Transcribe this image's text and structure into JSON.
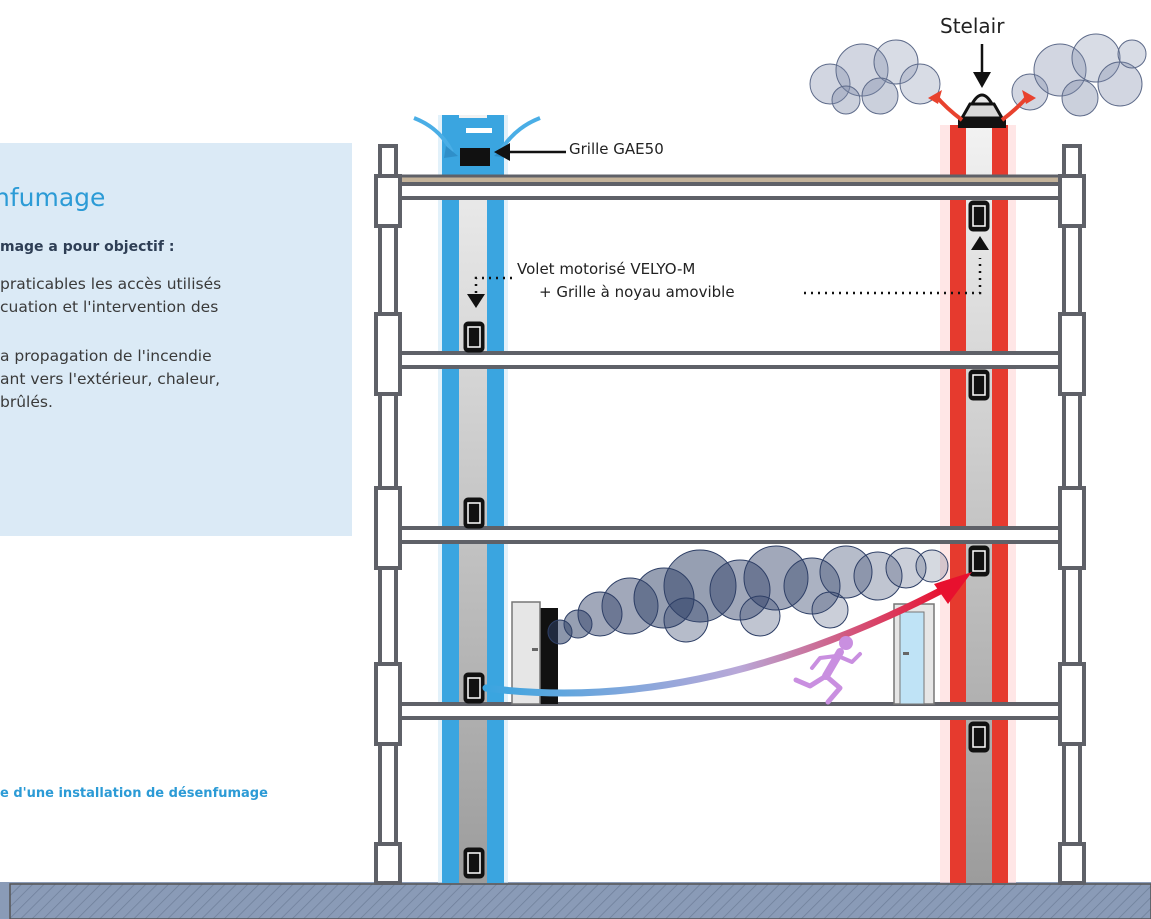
{
  "info": {
    "title": "nfumage",
    "subtitle": "mage a pour objectif :",
    "lines": [
      "praticables les accès utilisés",
      "cuation et l'intervention des",
      "a propagation de l'incendie",
      "ant vers l'extérieur, chaleur,",
      "brûlés."
    ]
  },
  "caption": "e d'une installation de désenfumage",
  "labels": {
    "stelair": "Stelair",
    "grille": "Grille GAE50",
    "volet_line1": "Volet motorisé VELYO-M",
    "volet_line2": "+ Grille à noyau amovible"
  },
  "colors": {
    "panel_bg": "#dbeaf6",
    "accent_blue": "#2c9bd6",
    "supply_duct": "#3aa5e0",
    "exhaust_duct": "#e63a2e",
    "structure": "#5f6168",
    "smoke": "#2e3f66",
    "runner": "#c98fe0"
  },
  "icons": {
    "fan": "roof-fan-icon",
    "runner": "running-person-icon",
    "door": "door-icon",
    "smoke": "smoke-cloud-icon"
  }
}
